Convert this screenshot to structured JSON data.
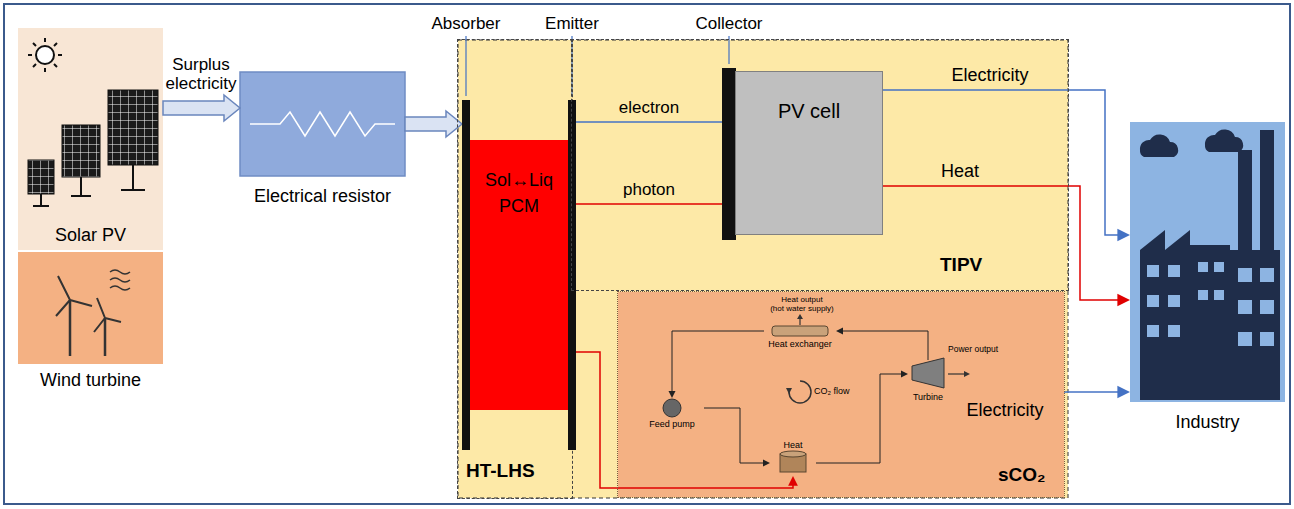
{
  "diagram": {
    "nodes": [
      {
        "text": [
          "Solar PV"
        ]
      },
      {
        "text": [
          "Wind turbine"
        ]
      },
      {
        "text": [
          "Electrical resistor"
        ]
      },
      {
        "text": [
          "HT-LHS"
        ]
      },
      {
        "text": [
          "Absorber"
        ],
        "in": 3
      },
      {
        "text": [
          "Sol↔Liq",
          "PCM"
        ],
        "in": 3
      },
      {
        "text": [
          "Emitter"
        ],
        "in": 3
      },
      {
        "text": [
          "TIPV"
        ]
      },
      {
        "text": [
          "Collector"
        ],
        "in": 7
      },
      {
        "text": [
          "PV cell"
        ],
        "in": 7
      },
      {
        "text": [
          "sCO₂"
        ]
      },
      {
        "text": [
          "Heat exchanger"
        ],
        "in": 10
      },
      {
        "text": [
          "Turbine"
        ],
        "in": 10
      },
      {
        "text": [
          "Heat"
        ],
        "in": 10
      },
      {
        "text": [
          "Feed pump"
        ],
        "in": 10
      },
      {
        "text": [
          "Industry"
        ]
      }
    ],
    "edges": [
      {
        "from": 0,
        "to": 2,
        "label": "Surplus electricity",
        "arrow": "to"
      },
      {
        "from": 2,
        "to": 4,
        "arrow": "to"
      },
      {
        "from": 6,
        "to": 8,
        "label": "electron",
        "arrow": "none"
      },
      {
        "from": 6,
        "to": 8,
        "label": "photon",
        "arrow": "none"
      },
      {
        "from": 6,
        "to": 13,
        "arrow": "to"
      },
      {
        "from": 9,
        "to": 15,
        "label": "Electricity",
        "arrow": "to"
      },
      {
        "from": 9,
        "to": 15,
        "label": "Heat",
        "arrow": "to"
      },
      {
        "from": 10,
        "to": 15,
        "label": "Electricity",
        "arrow": "to"
      },
      {
        "from": 13,
        "to": 12,
        "arrow": "to"
      },
      {
        "from": 12,
        "to": 11,
        "arrow": "to"
      },
      {
        "from": 11,
        "to": 14,
        "arrow": "to"
      },
      {
        "from": 14,
        "to": 13,
        "arrow": "to"
      }
    ],
    "labels": [
      "Heat output",
      "(hot water supply)",
      "CO₂ flow",
      "Power output"
    ]
  }
}
